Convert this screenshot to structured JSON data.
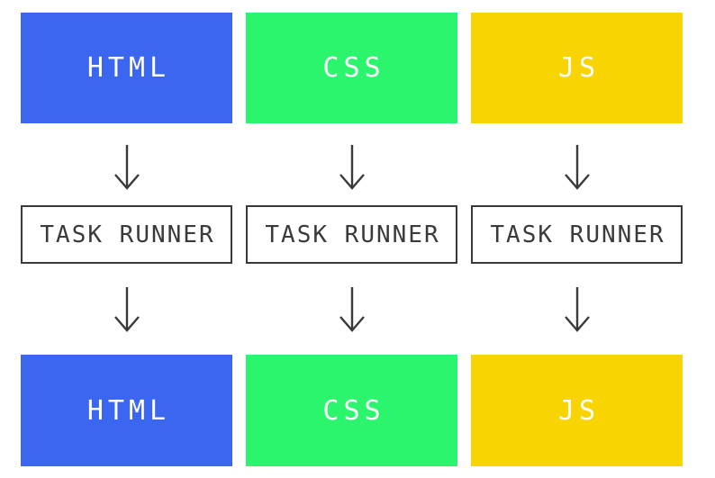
{
  "palette": {
    "background": "#FFFFFF",
    "blue": "#3B66F0",
    "green": "#2BF56C",
    "yellow": "#F7D402",
    "dark": "#3A3A3A",
    "box_label_text": "#FFFFFF"
  },
  "columns": [
    {
      "name": "html",
      "input_label": "HTML",
      "task_label": "TASK RUNNER",
      "output_label": "HTML",
      "color": "#3B66F0"
    },
    {
      "name": "css",
      "input_label": "CSS",
      "task_label": "TASK RUNNER",
      "output_label": "CSS",
      "color": "#2BF56C"
    },
    {
      "name": "js",
      "input_label": "JS",
      "task_label": "TASK RUNNER",
      "output_label": "JS",
      "color": "#F7D402"
    }
  ]
}
